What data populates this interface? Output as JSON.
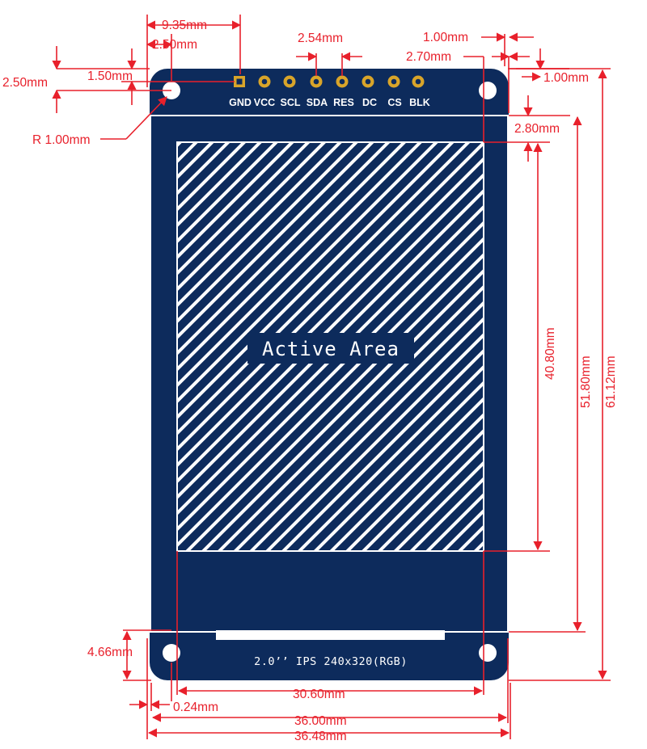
{
  "board": {
    "active_area_label": "Active Area",
    "model_label": "2.0’’ IPS 240x320(RGB)",
    "colors": {
      "pcb": "#0d2b5c",
      "pin_pad": "#d9a52a",
      "dimension": "#e8202b"
    }
  },
  "pins": [
    "GND",
    "VCC",
    "SCL",
    "SDA",
    "RES",
    "DC",
    "CS",
    "BLK"
  ],
  "dimensions": {
    "pin1_offset": "9.35mm",
    "hole_x": "2.50mm",
    "hole_y": "2.50mm",
    "pin_pitch": "2.54mm",
    "hole_edge": "1.50mm",
    "hole_radius": "R 1.00mm",
    "right_edge_offset": "1.00mm",
    "right_edge_offset_2": "1.00mm",
    "active_area_right": "2.70mm",
    "active_area_top": "2.80mm",
    "active_area_height": "40.80mm",
    "screen_height": "51.80mm",
    "board_height": "61.12mm",
    "bottom_hole": "4.66mm",
    "active_area_width": "30.60mm",
    "left_edge_offset": "0.24mm",
    "screen_width": "36.00mm",
    "board_width": "36.48mm"
  }
}
